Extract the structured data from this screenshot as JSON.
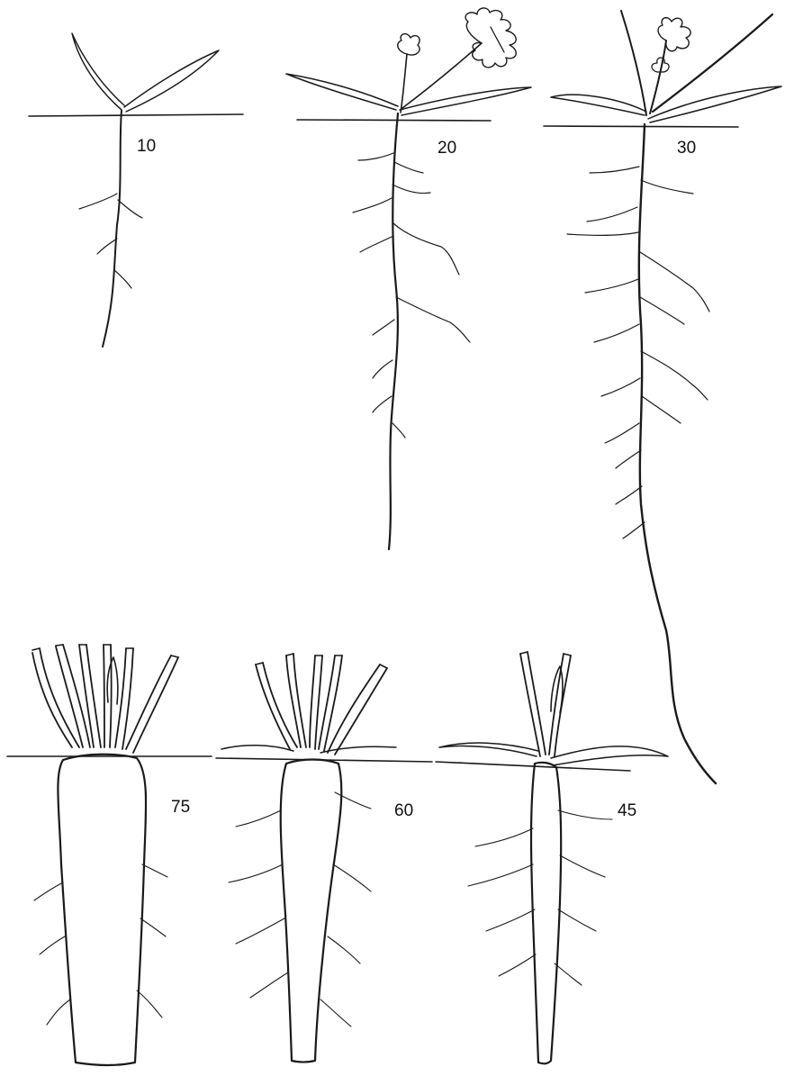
{
  "diagram": {
    "ink": "#1a1a1a",
    "background": "#ffffff",
    "stages": [
      {
        "id": "s10",
        "label": "10"
      },
      {
        "id": "s20",
        "label": "20"
      },
      {
        "id": "s30",
        "label": "30"
      },
      {
        "id": "s45",
        "label": "45"
      },
      {
        "id": "s60",
        "label": "60"
      },
      {
        "id": "s75",
        "label": "75"
      }
    ]
  }
}
